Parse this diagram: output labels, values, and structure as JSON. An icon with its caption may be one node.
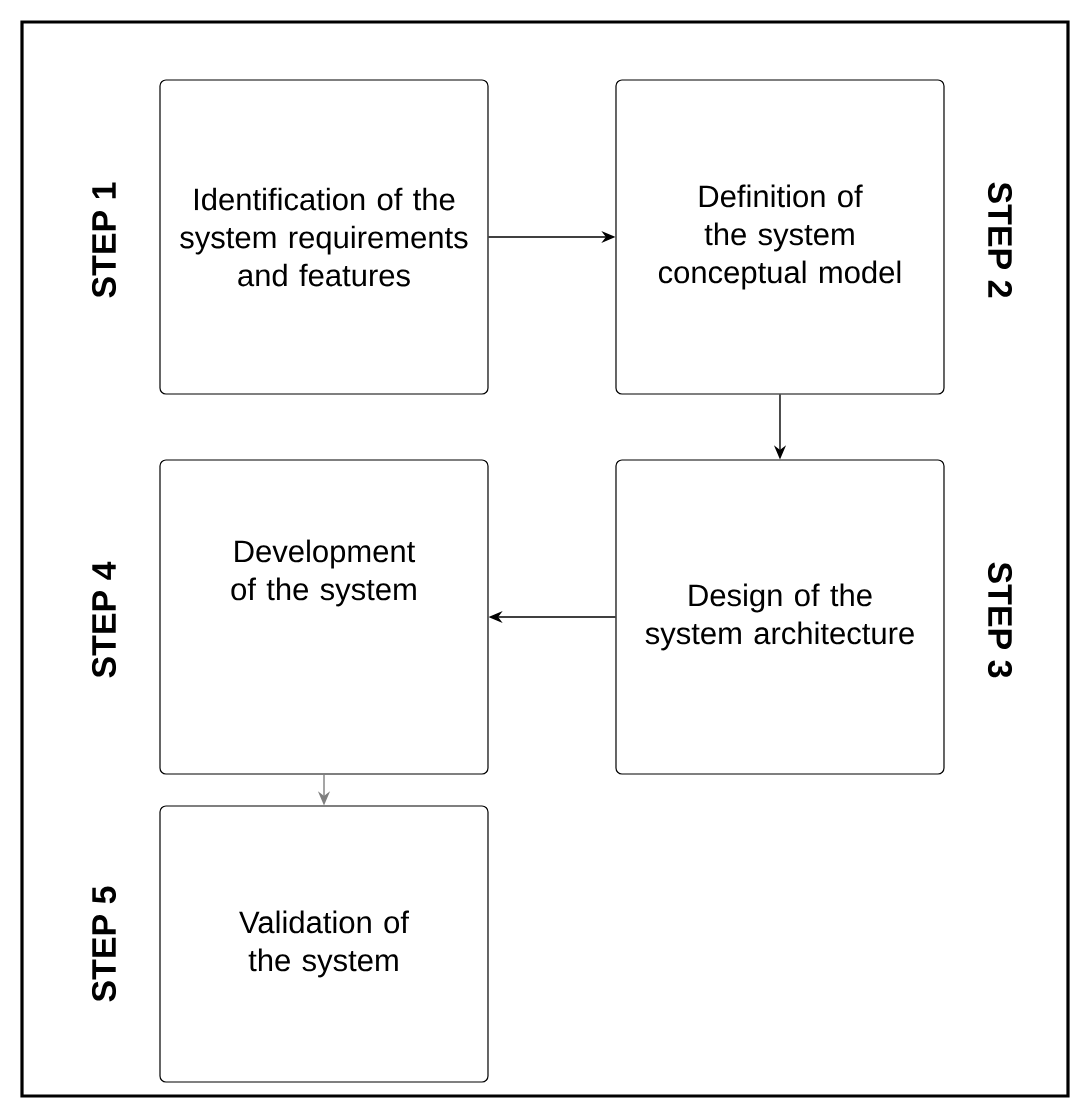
{
  "diagram": {
    "nodes": [
      {
        "text": [
          "Identification of the system requirements and features"
        ],
        "beside": [
          "STEP 1"
        ]
      },
      {
        "text": [
          "Definition of the system conceptual model"
        ],
        "beside": [
          "STEP 2"
        ]
      },
      {
        "text": [
          "Design of the system architecture"
        ],
        "beside": [
          "STEP 3"
        ]
      },
      {
        "text": [
          "Development of the system"
        ],
        "beside": [
          "STEP 4"
        ]
      },
      {
        "text": [
          "Validation of the system"
        ],
        "beside": [
          "STEP 5"
        ]
      }
    ],
    "edges": [
      {
        "from": 0,
        "to": 1,
        "arrow": "to"
      },
      {
        "from": 1,
        "to": 2,
        "arrow": "to"
      },
      {
        "from": 2,
        "to": 3,
        "arrow": "to"
      },
      {
        "from": 3,
        "to": 4,
        "arrow": "to",
        "color": "#7f7f7f"
      }
    ]
  }
}
